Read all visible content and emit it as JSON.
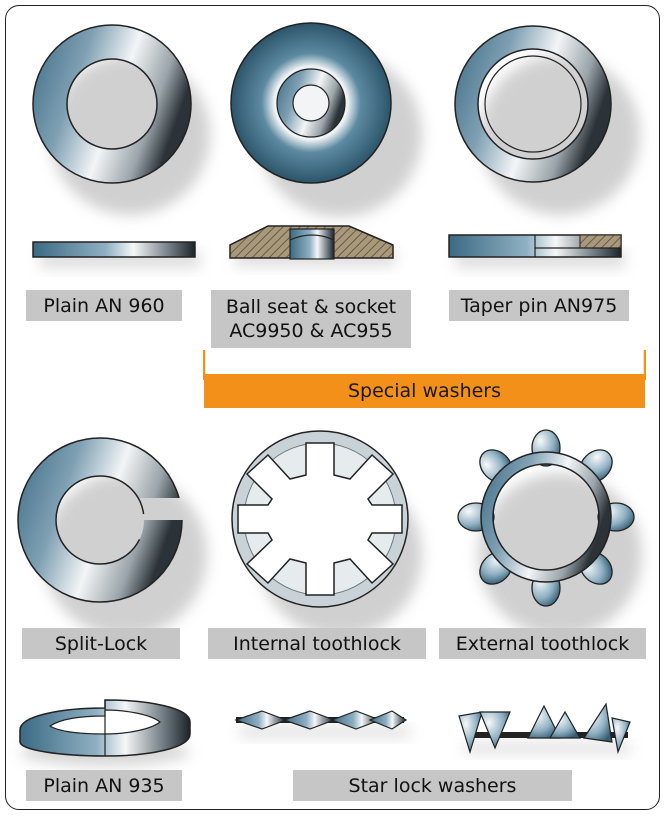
{
  "labels": {
    "plain_an960": "Plain AN 960",
    "ball_seat_line1": "Ball seat & socket",
    "ball_seat_line2": "AC9950 & AC955",
    "taper_pin": "Taper pin AN975",
    "special_washers": "Special washers",
    "split_lock": "Split-Lock",
    "internal_toothlock": "Internal toothlock",
    "external_toothlock": "External toothlock",
    "plain_an935": "Plain AN 935",
    "star_lock": "Star lock washers"
  },
  "colors": {
    "label_bg": "#c6c6c6",
    "special_bar": "#f39019",
    "steel_blue": "#3f6f88",
    "steel_light": "#f4f6f7",
    "steel_dark": "#1c2b33",
    "hatch": "#8b7a60"
  }
}
